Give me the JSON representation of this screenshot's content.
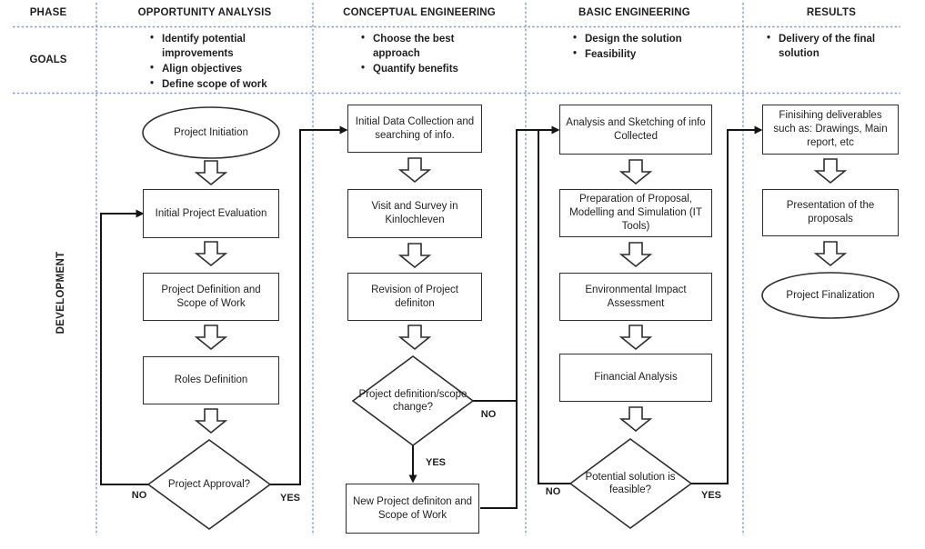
{
  "labels": {
    "phase": "PHASE",
    "goals": "GOALS",
    "development": "DEVELOPMENT"
  },
  "phases": [
    {
      "title": "OPPORTUNITY ANALYSIS",
      "goals": [
        "Identify potential improvements",
        "Align objectives",
        "Define scope of work"
      ]
    },
    {
      "title": "CONCEPTUAL ENGINEERING",
      "goals": [
        "Choose the best approach",
        "Quantify benefits"
      ]
    },
    {
      "title": "BASIC ENGINEERING",
      "goals": [
        "Design the solution",
        "Feasibility"
      ]
    },
    {
      "title": "RESULTS",
      "goals": [
        "Delivery of the final solution"
      ]
    }
  ],
  "flow": {
    "opportunity": {
      "start": "Project Initiation",
      "steps": [
        "Initial Project Evaluation",
        "Project Definition and Scope of Work",
        "Roles Definition"
      ],
      "decision": "Project Approval?",
      "no_label": "NO",
      "yes_label": "YES"
    },
    "conceptual": {
      "steps": [
        "Initial Data Collection and searching of info.",
        "Visit and Survey in Kinlochleven",
        "Revision of Project definiton"
      ],
      "decision": "Project definition/scope change?",
      "no_label": "NO",
      "yes_label": "YES",
      "yes_step": "New Project definiton and Scope of Work"
    },
    "basic": {
      "steps": [
        "Analysis and Sketching of info Collected",
        "Preparation of Proposal, Modelling and Simulation (IT Tools)",
        "Environmental Impact Assessment",
        "Financial Analysis"
      ],
      "decision": "Potential solution is feasible?",
      "no_label": "NO",
      "yes_label": "YES"
    },
    "results": {
      "steps": [
        "Finisihing deliverables such as: Drawings, Main report, etc",
        "Presentation of the proposals"
      ],
      "end": "Project Finalization"
    }
  },
  "colors": {
    "grid_dash": "#8b9ccd",
    "shape_stroke": "#2e2e2e",
    "connector": "#151515",
    "text": "#1f1f1f",
    "background": "#ffffff"
  }
}
